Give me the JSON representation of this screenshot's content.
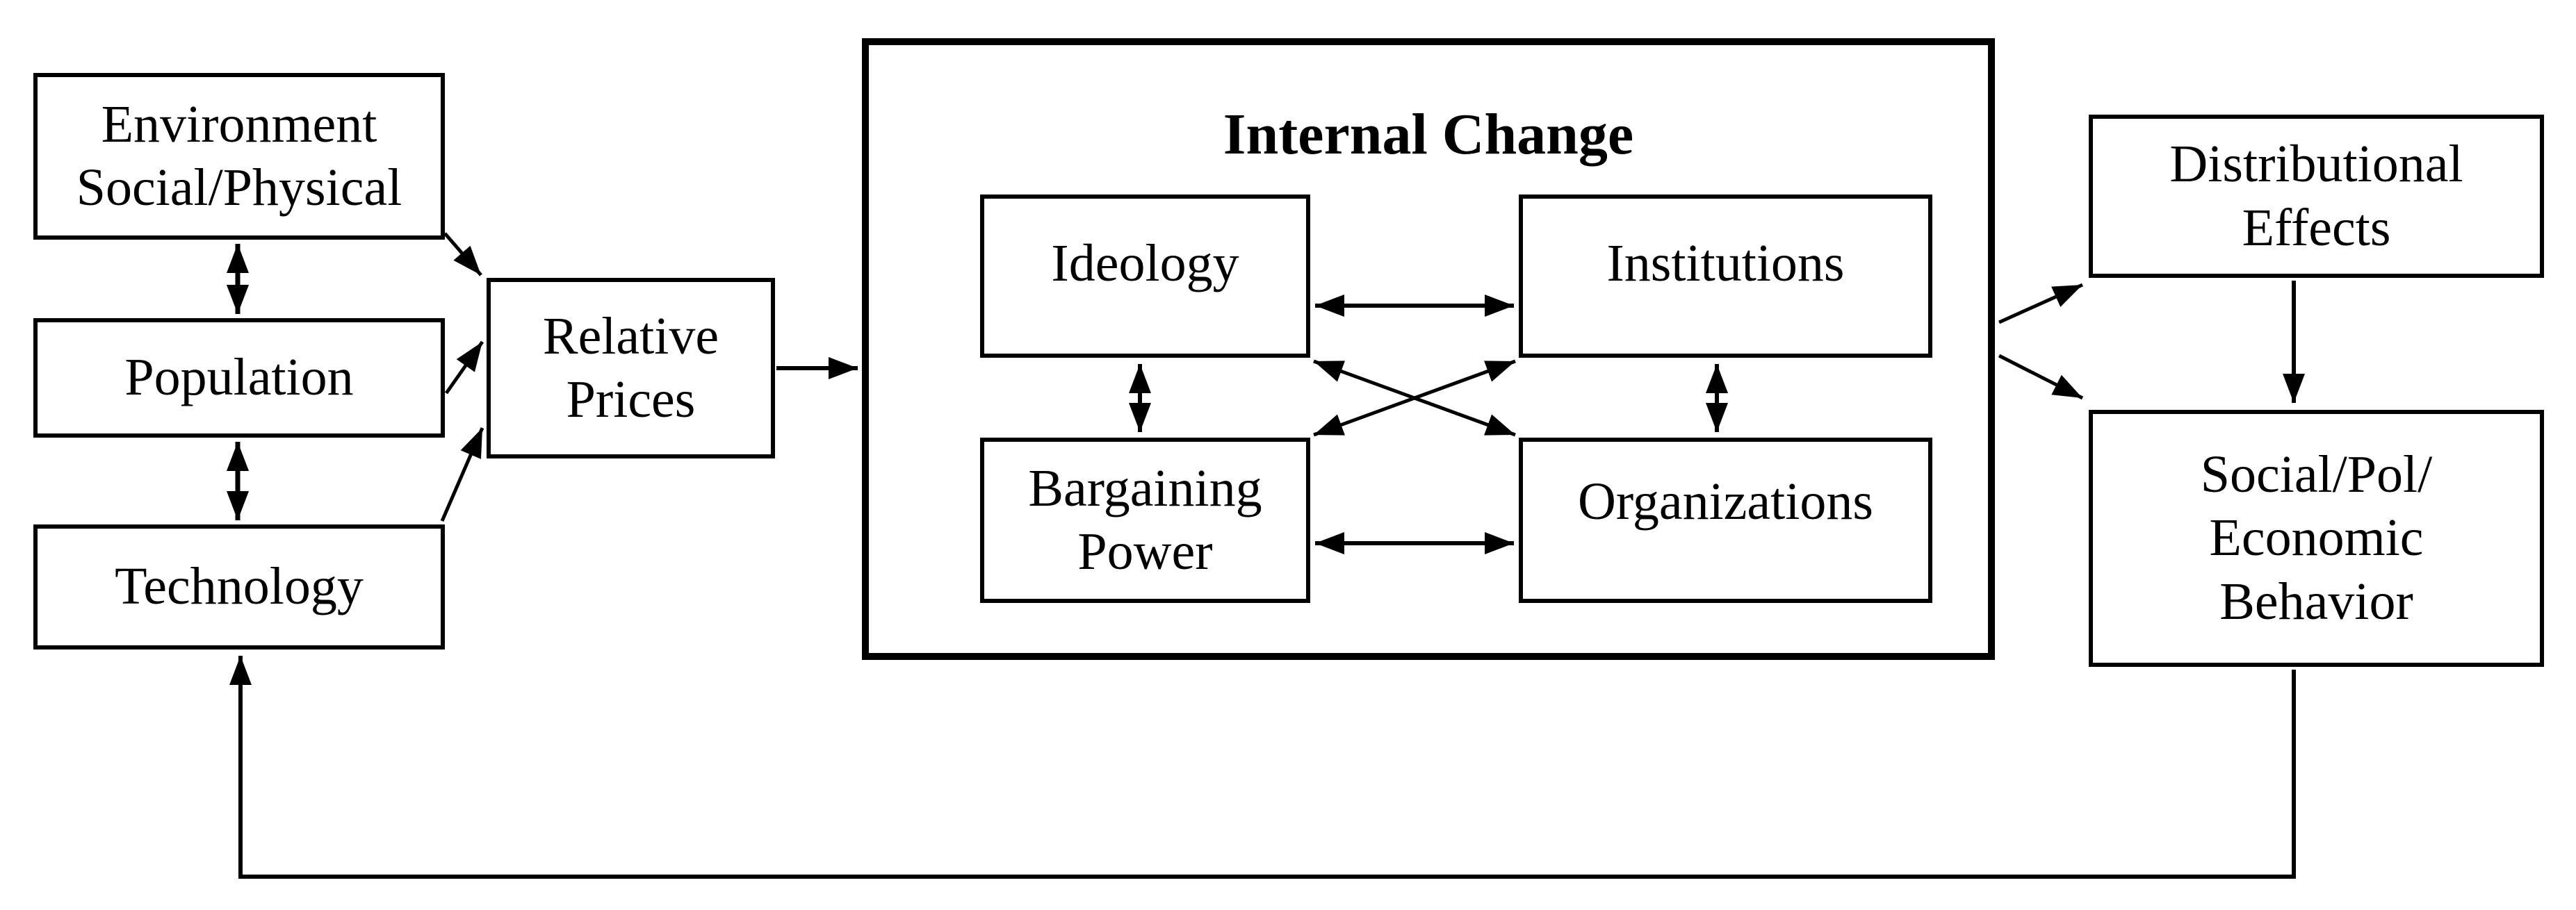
{
  "page": {
    "background_color": "#ffffff",
    "ink_color": "#000000"
  },
  "nodes": {
    "environment": {
      "label": "Environment\nSocial/Physical"
    },
    "population": {
      "label": "Population"
    },
    "technology": {
      "label": "Technology"
    },
    "relative_prices": {
      "label": "Relative\nPrices"
    },
    "internal_change": {
      "title": "Internal Change"
    },
    "ideology": {
      "label": "Ideology"
    },
    "institutions": {
      "label": "Institutions"
    },
    "bargaining_power": {
      "label": "Bargaining\nPower"
    },
    "organizations": {
      "label": "Organizations"
    },
    "distributional_effects": {
      "label": "Distributional\nEffects"
    },
    "social_pol_economic_behavior": {
      "label": "Social/Pol/\nEconomic\nBehavior"
    }
  },
  "edges": [
    {
      "from": "environment",
      "to": "population",
      "style": "bidirectional"
    },
    {
      "from": "population",
      "to": "technology",
      "style": "bidirectional"
    },
    {
      "from": "environment",
      "to": "relative_prices",
      "style": "directed"
    },
    {
      "from": "population",
      "to": "relative_prices",
      "style": "directed"
    },
    {
      "from": "technology",
      "to": "relative_prices",
      "style": "directed"
    },
    {
      "from": "relative_prices",
      "to": "internal_change",
      "style": "directed"
    },
    {
      "from": "ideology",
      "to": "institutions",
      "style": "bidirectional"
    },
    {
      "from": "ideology",
      "to": "bargaining_power",
      "style": "bidirectional"
    },
    {
      "from": "institutions",
      "to": "organizations",
      "style": "bidirectional"
    },
    {
      "from": "bargaining_power",
      "to": "organizations",
      "style": "bidirectional"
    },
    {
      "from": "ideology",
      "to": "organizations",
      "style": "bidirectional"
    },
    {
      "from": "institutions",
      "to": "bargaining_power",
      "style": "bidirectional"
    },
    {
      "from": "internal_change",
      "to": "distributional_effects",
      "style": "directed"
    },
    {
      "from": "internal_change",
      "to": "social_pol_economic_behavior",
      "style": "directed"
    },
    {
      "from": "distributional_effects",
      "to": "social_pol_economic_behavior",
      "style": "directed"
    },
    {
      "from": "social_pol_economic_behavior",
      "to": "technology",
      "style": "directed",
      "note": "feedback loop along bottom"
    }
  ]
}
